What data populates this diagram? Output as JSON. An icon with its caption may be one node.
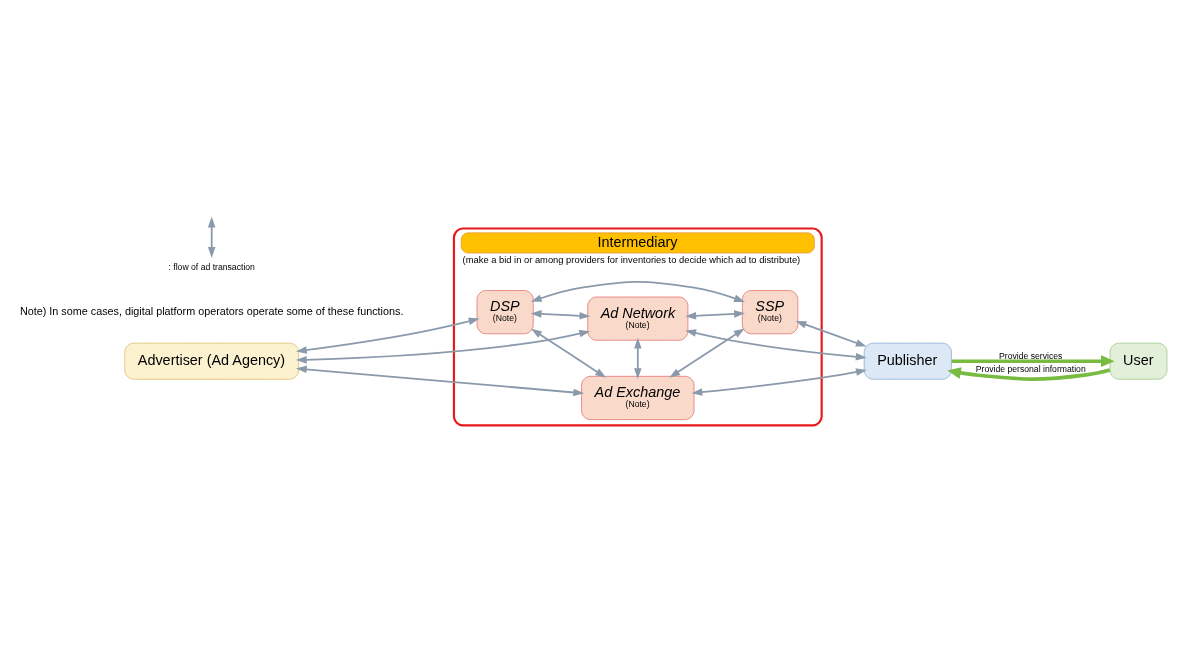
{
  "diagram": {
    "nodes": [
      {
        "text": [
          "Advertiser (Ad Agency)"
        ]
      },
      {
        "text": [
          "Intermediary",
          "(make a bid in or among providers for inventories to decide which ad to distribute)"
        ]
      },
      {
        "text": [
          "Ad Exchange",
          "(Note)"
        ],
        "in": 1
      },
      {
        "text": [
          "DSP",
          "(Note)"
        ],
        "in": 1
      },
      {
        "text": [
          "SSP",
          "(Note)"
        ],
        "in": 1
      },
      {
        "text": [
          "Ad Network",
          "(Note)"
        ],
        "in": 1
      },
      {
        "text": [
          "Publisher"
        ]
      },
      {
        "text": [
          "User"
        ]
      }
    ],
    "edges": [
      {
        "from": 0,
        "to": 2,
        "arrow": "both"
      },
      {
        "from": 2,
        "to": 6,
        "arrow": "both"
      },
      {
        "from": 3,
        "to": 2,
        "arrow": "both"
      },
      {
        "from": 2,
        "to": 4,
        "arrow": "both"
      },
      {
        "from": 0,
        "to": 3,
        "arrow": "both"
      },
      {
        "from": 3,
        "to": 4,
        "arrow": "both"
      },
      {
        "from": 4,
        "to": 6,
        "arrow": "both"
      },
      {
        "from": 2,
        "to": 5,
        "arrow": "both"
      },
      {
        "from": 3,
        "to": 5,
        "arrow": "both"
      },
      {
        "from": 5,
        "to": 4,
        "arrow": "both"
      },
      {
        "from": 0,
        "to": 5,
        "arrow": "both"
      },
      {
        "from": 5,
        "to": 6,
        "arrow": "both"
      },
      {
        "from": 6,
        "to": 7,
        "arrow": "to",
        "label": "Provide services",
        "style": "thick",
        "color": "#77bb41"
      },
      {
        "from": 7,
        "to": 6,
        "arrow": "to",
        "label": "Provide personal information",
        "style": "thick",
        "color": "#77bb41"
      }
    ],
    "labels": [
      "Note) In some cases, digital platform operators operate some of these functions."
    ],
    "legend": [
      {
        "text": ": flow of ad transaction"
      }
    ]
  }
}
